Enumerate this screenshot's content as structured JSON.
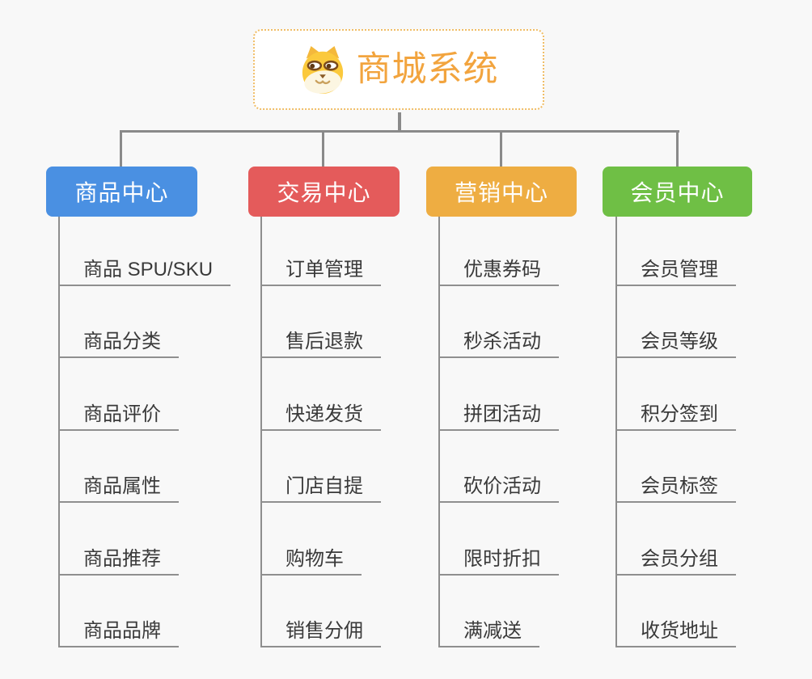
{
  "canvas": {
    "background": "#f8f8f8",
    "connector_color": "#8a8a8a",
    "underline_color": "#8f8f8f"
  },
  "root": {
    "title": "商城系统",
    "icon": "dog-face-icon",
    "title_color": "#f2a43e",
    "border_color": "#f0bd66"
  },
  "branches": [
    {
      "label": "商品中心",
      "color": "#4a90e2",
      "children": [
        "商品 SPU/SKU",
        "商品分类",
        "商品评价",
        "商品属性",
        "商品推荐",
        "商品品牌"
      ]
    },
    {
      "label": "交易中心",
      "color": "#e45b5b",
      "children": [
        "订单管理",
        "售后退款",
        "快递发货",
        "门店自提",
        "购物车",
        "销售分佣"
      ]
    },
    {
      "label": "营销中心",
      "color": "#eead42",
      "children": [
        "优惠券码",
        "秒杀活动",
        "拼团活动",
        "砍价活动",
        "限时折扣",
        "满减送"
      ]
    },
    {
      "label": "会员中心",
      "color": "#6fbf45",
      "children": [
        "会员管理",
        "会员等级",
        "积分签到",
        "会员标签",
        "会员分组",
        "收货地址"
      ]
    }
  ]
}
